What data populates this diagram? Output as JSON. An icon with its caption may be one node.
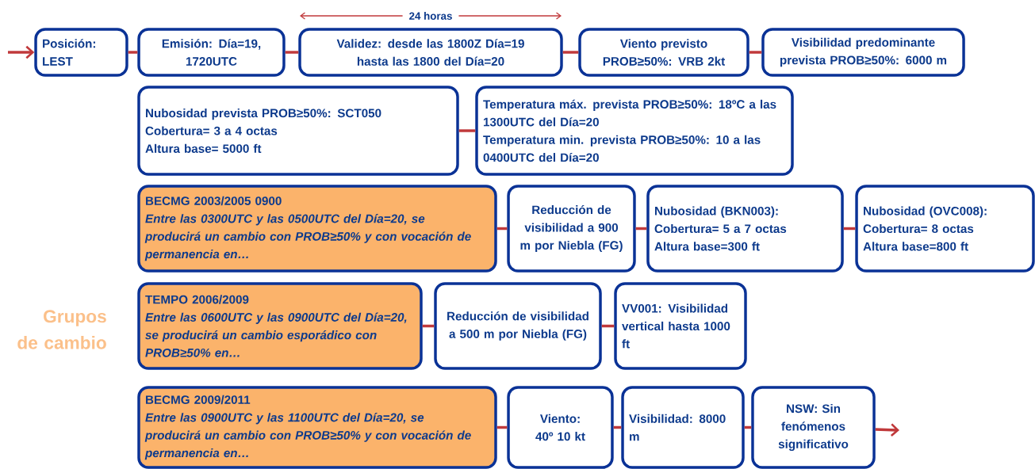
{
  "diagram": {
    "nodes": [
      {
        "text": [
          "Posición: LEST"
        ]
      },
      {
        "text": [
          "Emisión: Día=19, 1720UTC"
        ]
      },
      {
        "text": [
          "Validez: desde las 1800Z Día=19 hasta las 1800 del Día=20"
        ]
      },
      {
        "text": [
          "Viento previsto PROB≥50%: VRB 2kt"
        ]
      },
      {
        "text": [
          "Visibilidad predominante prevista PROB≥50%: 6000 m"
        ]
      },
      {
        "text": [
          "Nubosidad prevista PROB≥50%: SCT050",
          "Cobertura= 3 a 4 octas",
          "Altura base= 5000 ft"
        ]
      },
      {
        "text": [
          "Temperatura máx. prevista PROB≥50%: 18ºC a las 1300UTC del Día=20",
          "Temperatura min. prevista PROB≥50%: 10 a las 0400UTC del Día=20"
        ]
      },
      {
        "text": [
          "BECMG 2003/2005 0900",
          "Entre las 0300UTC y las 0500UTC del Día=20, se producirá un cambio con PROB≥50% y con vocación de permanencia en…"
        ]
      },
      {
        "text": [
          "Reducción de visibilidad a 900 m por Niebla (FG)"
        ]
      },
      {
        "text": [
          "Nubosidad (BKN003):",
          "Cobertura= 5 a 7 octas",
          "Altura base=300 ft"
        ]
      },
      {
        "text": [
          "Nubosidad (OVC008):",
          "Cobertura= 8 octas",
          "Altura base=800 ft"
        ]
      },
      {
        "text": [
          "TEMPO 2006/2009",
          "Entre las 0600UTC y las 0900UTC del Día=20, se producirá un cambio esporádico con PROB≥50% en…"
        ]
      },
      {
        "text": [
          "Reducción de visibilidad a 500 m por Niebla (FG)"
        ]
      },
      {
        "text": [
          "VV001: Visibilidad vertical hasta 1000 ft"
        ]
      },
      {
        "text": [
          "BECMG 2009/2011",
          "Entre las 0900UTC y las 1100UTC del Día=20, se producirá un cambio con PROB≥50% y con vocación de permanencia en…"
        ]
      },
      {
        "text": [
          "Viento: 40º 10 kt"
        ]
      },
      {
        "text": [
          "Visibilidad: 8000 m"
        ]
      },
      {
        "text": [
          "NSW: Sin fenómenos significativo"
        ]
      }
    ],
    "edges": [
      {
        "from": null,
        "to": 0,
        "arrow": "to"
      },
      {
        "from": 0,
        "to": 1,
        "arrow": "none"
      },
      {
        "from": 1,
        "to": 2,
        "arrow": "none"
      },
      {
        "from": 2,
        "to": 3,
        "arrow": "none"
      },
      {
        "from": 3,
        "to": 4,
        "arrow": "none"
      },
      {
        "from": 5,
        "to": 6,
        "arrow": "none"
      },
      {
        "from": 7,
        "to": 8,
        "arrow": "none"
      },
      {
        "from": 8,
        "to": 9,
        "arrow": "none"
      },
      {
        "from": 9,
        "to": 10,
        "arrow": "none"
      },
      {
        "from": 11,
        "to": 12,
        "arrow": "none"
      },
      {
        "from": 12,
        "to": 13,
        "arrow": "none"
      },
      {
        "from": 14,
        "to": 15,
        "arrow": "none"
      },
      {
        "from": 15,
        "to": 16,
        "arrow": "none"
      },
      {
        "from": 16,
        "to": 17,
        "arrow": "none"
      },
      {
        "from": 17,
        "to": null,
        "arrow": "to"
      }
    ],
    "labels": [
      "24 horas",
      "Grupos de cambio"
    ]
  }
}
